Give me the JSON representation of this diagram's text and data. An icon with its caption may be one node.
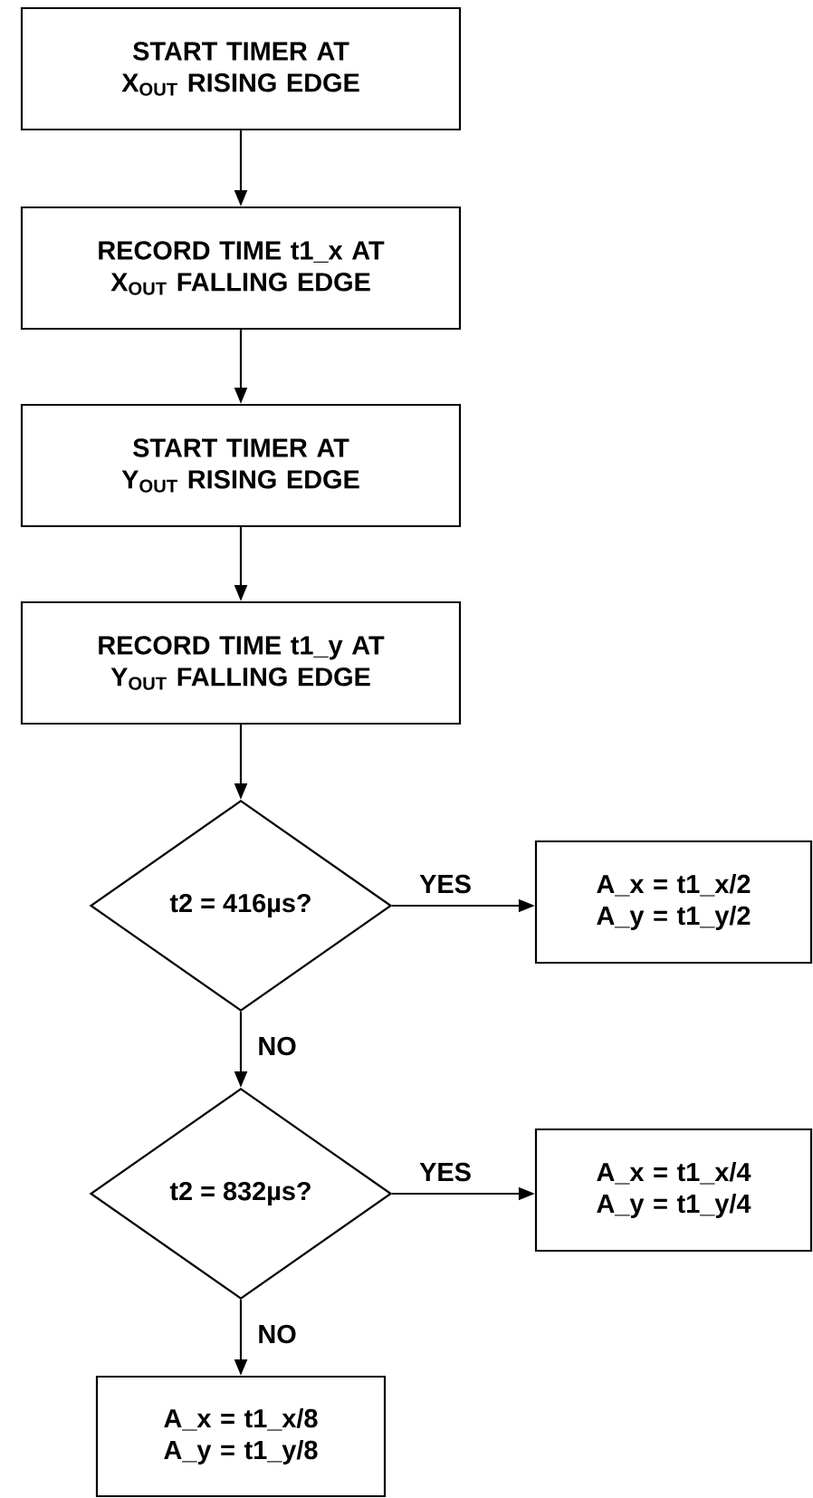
{
  "diagram": {
    "nodes": [
      {
        "text": [
          "START TIMER AT X$_{OUT}$ RISING EDGE"
        ]
      },
      {
        "text": [
          "RECORD TIME t1_x AT X$_{OUT}$ FALLING EDGE"
        ]
      },
      {
        "text": [
          "START TIMER AT Y$_{OUT}$ RISING EDGE"
        ]
      },
      {
        "text": [
          "RECORD TIME t1_y AT Y$_{OUT}$ FALLING EDGE"
        ]
      },
      {
        "text": [
          "t2 = 416µs?"
        ]
      },
      {
        "text": [
          "A_x = t1_x/2",
          "A_y = t1_y/2"
        ]
      },
      {
        "text": [
          "t2 = 832µs?"
        ]
      },
      {
        "text": [
          "A_x = t1_x/4",
          "A_y = t1_y/4"
        ]
      },
      {
        "text": [
          "A_x = t1_x/8",
          "A_y = t1_y/8"
        ]
      }
    ],
    "edges": [
      {
        "from": 0,
        "to": 1,
        "arrow": "to"
      },
      {
        "from": 1,
        "to": 2,
        "arrow": "to"
      },
      {
        "from": 2,
        "to": 3,
        "arrow": "to"
      },
      {
        "from": 3,
        "to": 4,
        "arrow": "to"
      },
      {
        "from": 4,
        "to": 5,
        "arrow": "to",
        "label": "YES"
      },
      {
        "from": 4,
        "to": 6,
        "arrow": "to",
        "label": "NO"
      },
      {
        "from": 6,
        "to": 7,
        "arrow": "to",
        "label": "YES"
      },
      {
        "from": 6,
        "to": 8,
        "arrow": "to",
        "label": "NO"
      }
    ]
  }
}
